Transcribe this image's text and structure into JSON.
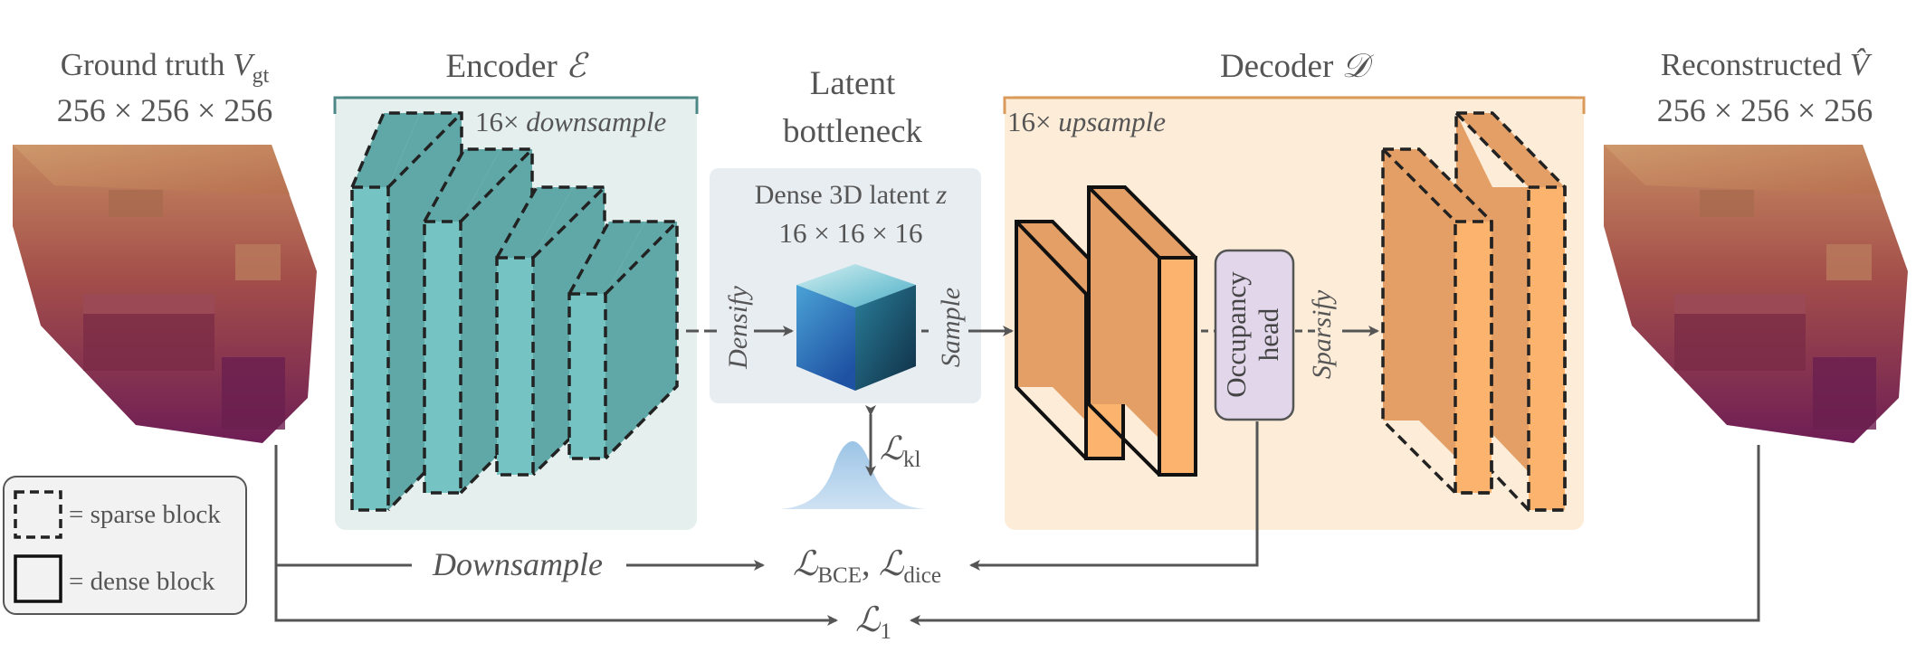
{
  "gt": {
    "title_prefix": "Ground truth ",
    "sym": "V",
    "sub": "gt",
    "dims": "256 × 256 × 256"
  },
  "encoder": {
    "title_prefix": "Encoder ",
    "sym": "ℰ",
    "factor": "16×",
    "mode": "downsample"
  },
  "bottleneck": {
    "title_line1": "Latent",
    "title_line2": "bottleneck",
    "latent_prefix": "Dense 3D latent ",
    "latent_sym": "z",
    "latent_dims": "16 × 16 × 16",
    "densify": "Densify",
    "sample": "Sample",
    "kl_sym": "ℒ",
    "kl_sub": "kl"
  },
  "decoder": {
    "title_prefix": "Decoder ",
    "sym": "𝒟",
    "factor": "16×",
    "mode": "upsample",
    "occ_line1": "Occupancy",
    "occ_line2": "head",
    "sparsify": "Sparsify"
  },
  "recon": {
    "title_prefix": "Reconstructed ",
    "sym": "V̂",
    "dims": "256 × 256 × 256"
  },
  "losses": {
    "downsample": "Downsample",
    "bce_sym": "ℒ",
    "bce_sub": "BCE",
    "sep": ", ",
    "dice_sym": "ℒ",
    "dice_sub": "dice",
    "l1_sym": "ℒ",
    "l1_sub": "1"
  },
  "legend": {
    "sparse": "= sparse block",
    "dense": "= dense block"
  },
  "colors": {
    "encoder_panel": "#e4efee",
    "encoder_border": "#4e8886",
    "encoder_front": "#76c3c3",
    "encoder_side": "#5fa8a7",
    "latent_panel": "#e8edf2",
    "decoder_panel": "#fdecd8",
    "decoder_border": "#d99a5a",
    "decoder_front": "#fbb36e",
    "decoder_side": "#e39f65",
    "occ_fill": "#e1d6ea",
    "arrow": "#555555"
  }
}
